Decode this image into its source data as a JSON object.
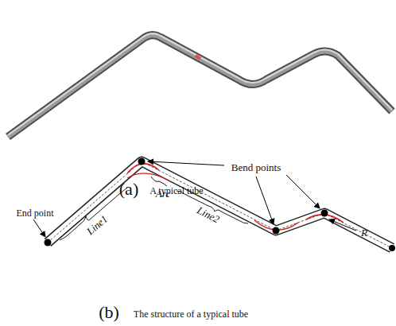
{
  "diagram": {
    "labels": [
      "(a)",
      "A typical tube",
      "Bend points",
      "End point",
      "Line1",
      "Arc",
      "Line2",
      "R",
      "(b)",
      "The structure of a typical tube"
    ]
  }
}
